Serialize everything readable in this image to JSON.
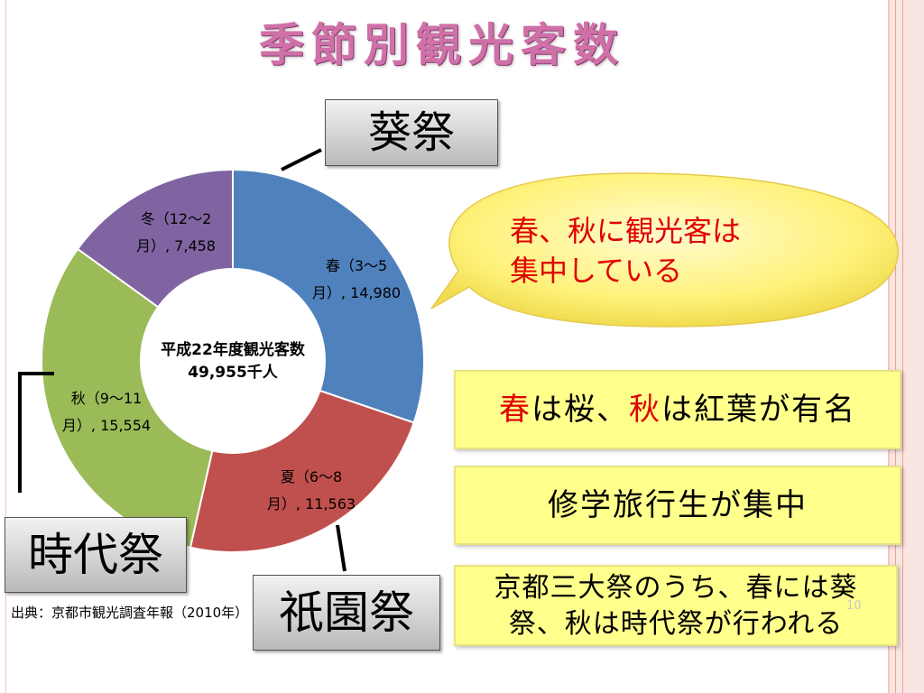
{
  "slide": {
    "title": "季節別観光客数",
    "source": "出典：京都市観光調査年報（2010年）",
    "page_number": "10"
  },
  "callouts": {
    "aoi": "葵祭",
    "jidai": "時代祭",
    "gion": "祇園祭"
  },
  "bubble": {
    "line1": "春、秋に観光客は",
    "line2": "集中している"
  },
  "boxes": {
    "box1_spring": "春",
    "box1_mid": "は桜、",
    "box1_autumn": "秋",
    "box1_end": "は紅葉が有名",
    "box2": "修学旅行生が集中",
    "box3_line1": "京都三大祭のうち、春には葵",
    "box3_line2": "祭、秋は時代祭が行われる"
  },
  "colors": {
    "spring": "#4f81bd",
    "summer": "#c0504d",
    "autumn": "#9bbb59",
    "winter": "#8064a2",
    "highlight": "#e00000",
    "title": "#d070a8"
  },
  "chart_data": {
    "type": "pie",
    "variant": "doughnut",
    "center_label_line1": "平成22年度観光客数",
    "center_label_line2": "49,955千人",
    "slices": [
      {
        "name": "春",
        "range": "（3〜5月）",
        "label_line1": "春（3〜5",
        "label_line2": "月）, 14,980",
        "value": 14980
      },
      {
        "name": "夏",
        "range": "（6〜8月）",
        "label_line1": "夏（6〜8",
        "label_line2": "月）, 11,563",
        "value": 11563
      },
      {
        "name": "秋",
        "range": "（9〜11月）",
        "label_line1": "秋（9〜11",
        "label_line2": "月）, 15,554",
        "value": 15554
      },
      {
        "name": "冬",
        "range": "（12〜2月）",
        "label_line1": "冬（12〜2",
        "label_line2": "月）, 7,458",
        "value": 7458
      }
    ]
  }
}
